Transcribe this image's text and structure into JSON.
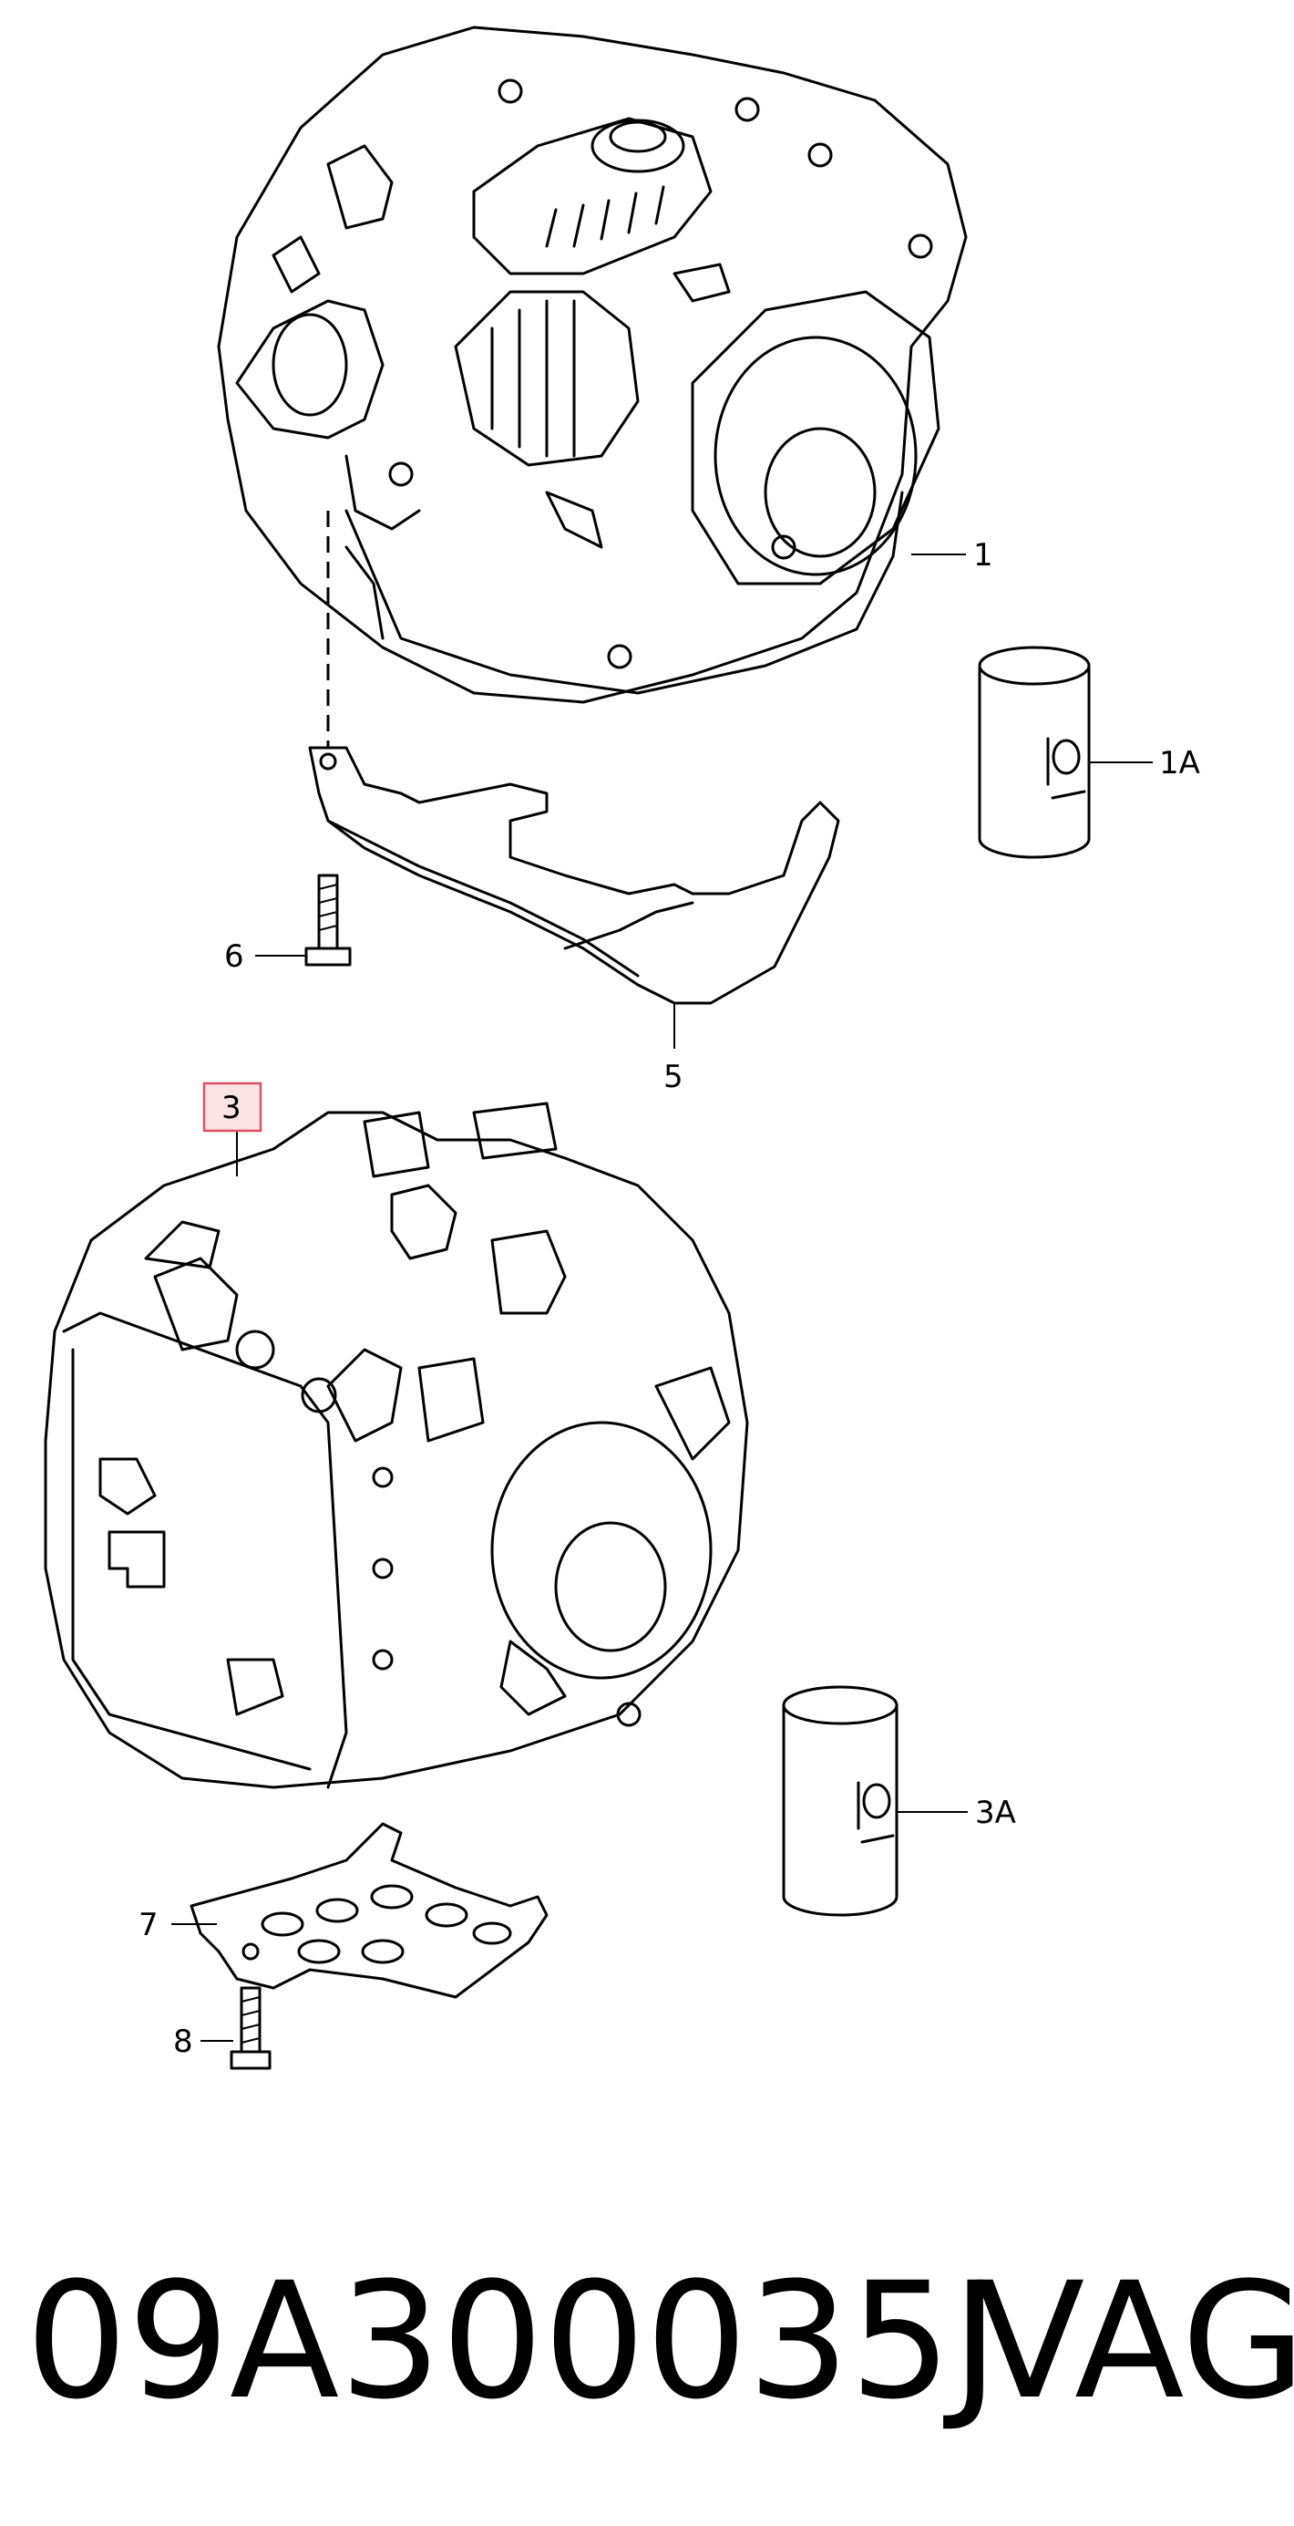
{
  "callouts": {
    "c1": "1",
    "c1a": "1A",
    "c3": "3",
    "c3a": "3A",
    "c5": "5",
    "c6": "6",
    "c7": "7",
    "c8": "8"
  },
  "highlight_color": "#e05060",
  "footer": {
    "part_number": "09A300035J",
    "brand": "VAG"
  }
}
